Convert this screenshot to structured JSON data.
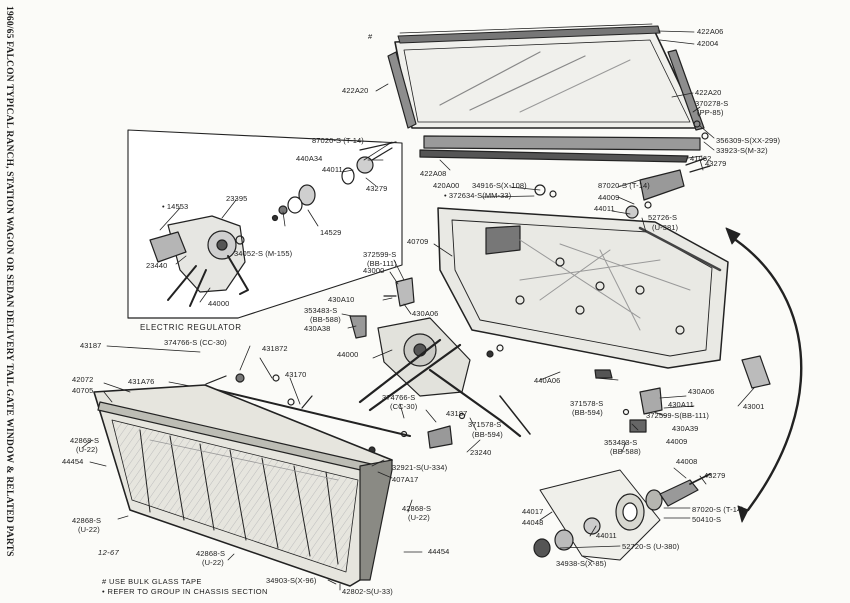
{
  "page": {
    "side_title": "1960/65 FALCON TYPICAL RANCH, STATION WAGON OR SEDAN DELIVERY TAIL GATE WINDOW & RELATED PARTS",
    "page_ref": "12-67"
  },
  "inset": {
    "title": "ELECTRIC REGULATOR"
  },
  "notes": {
    "line1": "# USE BULK GLASS TAPE",
    "line2": "• REFER TO GROUP IN CHASSIS SECTION"
  },
  "labels": {
    "l422A06": "422A06",
    "l42004": "42004",
    "l422A20_l": "422A20",
    "l422A20_r": "422A20",
    "l370278": "370278-S",
    "l370278b": "(PP-85)",
    "l356309": "356309-S(XX-299)",
    "l33923": "33923-S(M-32)",
    "l41062": "41062",
    "l43279_top": "43279",
    "l87020_in": "87020-S (T-14)",
    "l440A34": "440A34",
    "l44011_in": "44011",
    "l43279_in": "43279",
    "l23395": "23395",
    "l14553": "• 14553",
    "l23440": "23440",
    "l34052": "34052-S (M-155)",
    "l14529": "14529",
    "l44000_in": "44000",
    "l422A08": "422A08",
    "l420A00": "420A00",
    "l34916": "34916-S(X-108)",
    "l372634": "• 372634-S(MM-33)",
    "l87020_r": "87020-S (T-14)",
    "l44009_r": "44009",
    "l44011_r": "44011",
    "l52726": "52726-S",
    "l52726b": "(U-381)",
    "l40709": "40709",
    "l372599_t": "372599-S",
    "l372599_tb": "(BB-111)",
    "l43000": "43000",
    "l430A10": "430A10",
    "l353483_t": "353483-S",
    "l353483_tb": "(BB-588)",
    "l430A06_t": "430A06",
    "l430A38": "430A38",
    "l43187_t": "43187",
    "l374766_t": "374766-S (CC-30)",
    "l431872": "431872",
    "l44000_m": "44000",
    "l43170": "43170",
    "l42072": "42072",
    "l40705": "40705",
    "l431A76": "431A76",
    "l374766_m": "374766-S",
    "l374766_mb": "(CC-30)",
    "l43187_m": "43187",
    "l371578_m": "371578-S",
    "l371578_mb": "(BB-594)",
    "l23240": "23240",
    "l440A06_m": "440A06",
    "l371578_r": "371578-S",
    "l371578_rb": "(BB-594)",
    "l430A06_r": "430A06",
    "l430A11": "430A11",
    "l372599_r": "372599-S(BB-111)",
    "l43001": "43001",
    "l430A39": "430A39",
    "l42868_a": "42868-S",
    "l42868_ab": "(U-22)",
    "l44454_l": "44454",
    "l32921": "32921-S(U-334)",
    "l407A17": "407A17",
    "l42868_b": "42868-S",
    "l42868_bb": "(U-22)",
    "l42868_c": "42868-S",
    "l42868_cb": "(U-22)",
    "l42868_d": "42868-S",
    "l42868_db": "(U-22)",
    "l44454_b": "44454",
    "l353483_r": "353483-S",
    "l353483_rb": "(BB-588)",
    "l44009_b": "44009",
    "l44008": "44008",
    "l43279_b": "43279",
    "l87020_b": "87020-S (T-14)",
    "l50410": "50410-S",
    "l44017": "44017",
    "l44048": "44048",
    "l44011_b": "44011",
    "l52720": "52720-S (U-380)",
    "l34938": "34938-S(X-85)",
    "l34903": "34903-S(X-96)",
    "l42802": "42802-S(U-33)",
    "l_hash": "#"
  }
}
